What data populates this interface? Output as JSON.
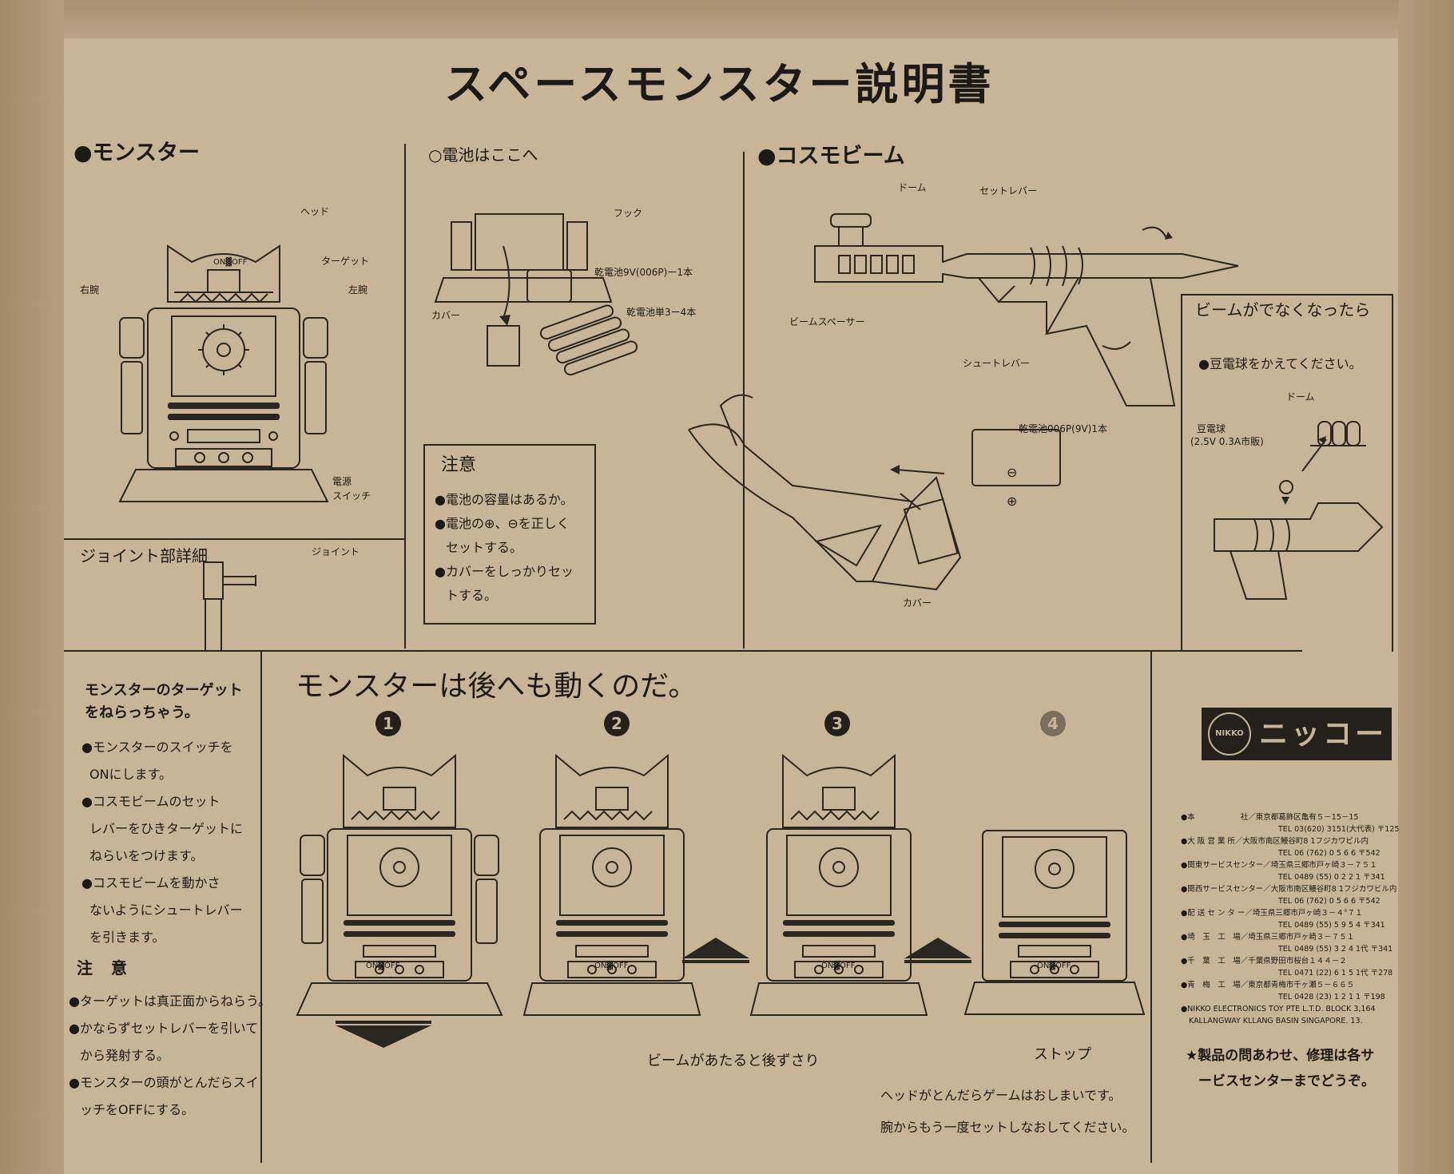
{
  "title": "スペースモンスター説明書",
  "monster": {
    "heading": "●モンスター",
    "labels": {
      "head": "ヘッド",
      "target": "ターゲット",
      "right_arm": "右腕",
      "left_arm": "左腕",
      "power_switch_1": "電源",
      "power_switch_2": "スイッチ",
      "switch": "ON▓OFF"
    },
    "joint_heading": "ジョイント部詳細",
    "joint_label": "ジョイント"
  },
  "battery": {
    "heading": "○電池はここへ",
    "hook": "フック",
    "battery_9v": "乾電池9V(006P)ー1本",
    "battery_aa": "乾電池単3ー4本",
    "cover": "カバー",
    "caution_title": "注意",
    "caution_lines": [
      "●電池の容量はあるか。",
      "●電池の⊕、⊖を正しく",
      "セットする。",
      "●カバーをしっかりセッ",
      "トする。"
    ]
  },
  "cosmo": {
    "heading": "●コスモビーム",
    "dome": "ドーム",
    "set_lever": "セットレバー",
    "beam_spacer": "ビームスペーサー",
    "shoot_lever": "シュートレバー",
    "battery_label": "乾電池006P(9V)1本",
    "cover": "カバー",
    "plus": "⊕",
    "minus": "⊖"
  },
  "no_beam": {
    "heading": "ビームがでなくなったら",
    "instruction": "●豆電球をかえてください。",
    "dome": "ドーム",
    "bulb_1": "豆電球",
    "bulb_2": "(2.5V 0.3A市販)"
  },
  "howto": {
    "title_1": "モンスターのターゲット",
    "title_2": "をねらっちゃう。",
    "lines": [
      "●モンスターのスイッチを",
      "ONにします。",
      "●コスモビームのセット",
      "レバーをひきターゲットに",
      "ねらいをつけます。",
      "●コスモビームを動かさ",
      "ないようにシュートレバー",
      "を引きます。"
    ],
    "caution_title": "注 意",
    "caution_lines": [
      "●ターゲットは真正面からねらう。",
      "●かならずセットレバーを引いて",
      "から発射する。",
      "●モンスターの頭がとんだらスイ",
      "ッチをOFFにする。"
    ]
  },
  "backwards": {
    "title": "モンスターは後へも動くのだ。",
    "steps": [
      "1",
      "2",
      "3",
      "4"
    ],
    "hit_text": "ビームがあたると後ずさり",
    "stop_text": "ストップ",
    "end_line_1": "ヘッドがとんだらゲームはおしまいです。",
    "end_line_2": "腕からもう一度セットしなおしてください。",
    "switch": "ON▓OFF"
  },
  "company": {
    "logo_text": "ニッコー",
    "logo_badge": "NIKKO",
    "offices": [
      "●本　　　　　　社／東京都葛飾区亀有５－15－15",
      "TEL 03(620) 3151(大代表) 〒125",
      "●大 阪 営 業 所／大阪市南区鰻谷町8 1フジカワビル内",
      "TEL 06 (762) 0 5 6 6 〒542",
      "●関東サービスセンター／埼玉県三郷市戸ヶ崎３－７５１",
      "TEL 0489 (55) 0 2 2 1 〒341",
      "●関西サービスセンター／大阪市南区鰻谷町8 1フジカワビル内",
      "TEL 06 (762) 0 5 6 6 〒542",
      "●配 送 セ ン タ ー／埼玉県三郷市戸ヶ崎３－４°７１",
      "TEL 0489 (55) 5 9 5 4 〒341",
      "●埼　玉　工　場／埼玉県三郷市戸ヶ崎３－７５１",
      "TEL 0489 (55) 3 2 4 1代 〒341",
      "●千　葉　工　場／千葉県野田市桜台１４４－２",
      "TEL 0471 (22) 6 1 5 1代 〒278",
      "●青　梅　工　場／東京都青梅市千ヶ瀬５－６６５",
      "TEL 0428 (23) 1 2 1 1 〒198",
      "●NIKKO ELECTRONICS TOY PTE L.T.D. BLOCK 3,164",
      "KALLANGWAY KLLANG BASIN SINGAPORE. 13."
    ],
    "repair_1": "★製品の問あわせ、修理は各サ",
    "repair_2": "ービスセンターまでどうぞ。"
  }
}
